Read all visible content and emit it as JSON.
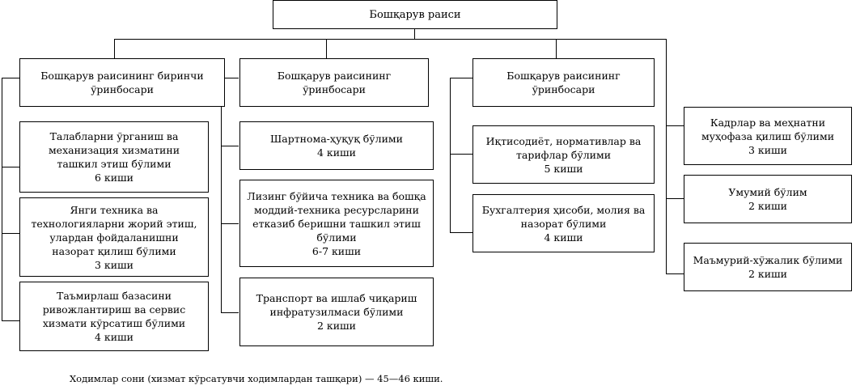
{
  "chairman": "Бошқарув раиси",
  "columns": [
    {
      "title": [
        "Бошқарув раисининг биринчи",
        "ўринбосари"
      ],
      "departments": [
        [
          "Талабларни ўрганиш ва",
          "механизация хизматини",
          "ташкил этиш бўлими",
          "6 киши"
        ],
        [
          "Янги техника ва",
          "технологияларни жорий этиш,",
          "улардан фойдаланишни",
          "назорат қилиш бўлими",
          "3 киши"
        ],
        [
          "Таъмирлаш базасини",
          "ривожлантириш ва сервис",
          "хизмати кўрсатиш бўлими",
          "4 киши"
        ]
      ]
    },
    {
      "title": [
        "Бошқарув раисининг",
        "ўринбосари"
      ],
      "departments": [
        [
          "Шартнома-ҳуқуқ бўлими",
          "4 киши"
        ],
        [
          "Лизинг бўйича техника ва бошқа",
          "моддий-техника ресурсларини",
          "етказиб беришни ташкил этиш",
          "бўлими",
          "6-7 киши"
        ],
        [
          "Транспорт ва ишлаб чиқариш",
          "инфратузилмаси бўлими",
          "2 киши"
        ]
      ]
    },
    {
      "title": [
        "Бошқарув раисининг",
        "ўринбосари"
      ],
      "departments": [
        [
          "Иқтисодиёт, нормативлар ва",
          "тарифлар бўлими",
          "5 киши"
        ],
        [
          "Бухгалтерия ҳисоби, молия ва",
          "назорат бўлими",
          "4 киши"
        ]
      ]
    },
    {
      "title": [],
      "departments": [
        [
          "Кадрлар ва меҳнатни",
          "муҳофаза қилиш бўлими",
          "3 киши"
        ],
        [
          "Умумий бўлим",
          "2 киши"
        ],
        [
          "Маъмурий-хўжалик бўлими",
          "2 киши"
        ]
      ]
    }
  ],
  "footer": "Ходимлар сони (хизмат кўрсатувчи ходимлардан ташқари)  — 45—46 киши."
}
